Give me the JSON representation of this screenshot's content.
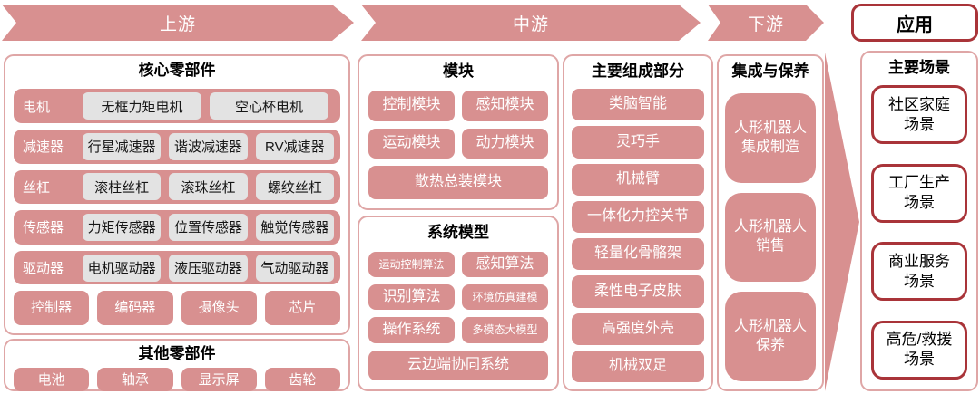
{
  "colors": {
    "pink": "#d89090",
    "panel_border": "#dfa6a6",
    "grey_box": "#e3e3e3",
    "dark_red_border": "#a93439",
    "text_on_pink": "#ffffff",
    "text_dark": "#000000"
  },
  "header": {
    "upstream": "上游",
    "midstream": "中游",
    "downstream": "下游",
    "application": "应用"
  },
  "upstream": {
    "core": {
      "title": "核心零部件",
      "rows": [
        {
          "label": "电机",
          "items": [
            "无框力矩电机",
            "空心杯电机"
          ]
        },
        {
          "label": "减速器",
          "items": [
            "行星减速器",
            "谐波减速器",
            "RV减速器"
          ]
        },
        {
          "label": "丝杠",
          "items": [
            "滚柱丝杠",
            "滚珠丝杠",
            "螺纹丝杠"
          ]
        },
        {
          "label": "传感器",
          "items": [
            "力矩传感器",
            "位置传感器",
            "触觉传感器"
          ]
        },
        {
          "label": "驱动器",
          "items": [
            "电机驱动器",
            "液压驱动器",
            "气动驱动器"
          ]
        }
      ],
      "bottom_row": [
        "控制器",
        "编码器",
        "摄像头",
        "芯片"
      ]
    },
    "other": {
      "title": "其他零部件",
      "items": [
        "电池",
        "轴承",
        "显示屏",
        "齿轮"
      ]
    }
  },
  "midstream": {
    "module": {
      "title": "模块",
      "grid": [
        "控制模块",
        "感知模块",
        "运动模块",
        "动力模块"
      ],
      "full": "散热总装模块"
    },
    "system": {
      "title": "系统模型",
      "grid": [
        "运动控制算法",
        "感知算法",
        "识别算法",
        "环境仿真建模",
        "操作系统",
        "多模态大模型"
      ],
      "full": "云边端协同系统"
    },
    "components": {
      "title": "主要组成部分",
      "items": [
        "类脑智能",
        "灵巧手",
        "机械臂",
        "一体化力控关节",
        "轻量化骨骼架",
        "柔性电子皮肤",
        "高强度外壳",
        "机械双足"
      ]
    }
  },
  "downstream": {
    "title": "集成与保养",
    "items": [
      "人形机器人集成制造",
      "人形机器人销售",
      "人形机器人保养"
    ]
  },
  "application": {
    "title": "主要场景",
    "items": [
      "社区家庭场景",
      "工厂生产场景",
      "商业服务场景",
      "高危/救援场景"
    ]
  }
}
